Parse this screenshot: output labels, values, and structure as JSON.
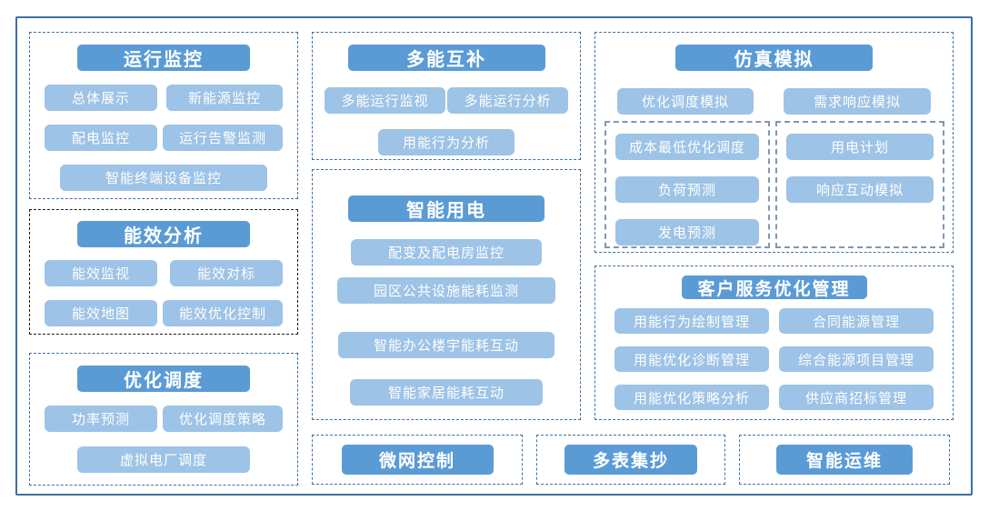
{
  "colors": {
    "header_blue": "#5B9BD5",
    "item_blue": "#9DC3E6",
    "dashed_blue": "#41719C",
    "dashed_black": "#1A1A1A",
    "dashed_gray": "#8496B0",
    "outer_border": "#3E6F9F",
    "text_white": "#FFFFFF"
  },
  "groups": [
    {
      "title": "运行监控",
      "items": [
        "总体展示",
        "新能源监控",
        "配电监控",
        "运行告警监测",
        "智能终端设备监控"
      ]
    },
    {
      "title": "能效分析",
      "items": [
        "能效监视",
        "能效对标",
        "能效地图",
        "能效优化控制"
      ]
    },
    {
      "title": "优化调度",
      "items": [
        "功率预测",
        "优化调度策略",
        "虚拟电厂调度"
      ]
    },
    {
      "title": "多能互补",
      "items": [
        "多能运行监视",
        "多能运行分析",
        "用能行为分析"
      ]
    },
    {
      "title": "智能用电",
      "items": [
        "配变及配电房监控",
        "园区公共设施能耗监测",
        "智能办公楼宇能耗互动",
        "智能家居能耗互动"
      ]
    },
    {
      "title": "仿真模拟",
      "items": [
        "优化调度模拟",
        "需求响应模拟"
      ],
      "subgroups": [
        {
          "items": [
            "成本最低优化调度",
            "负荷预测",
            "发电预测"
          ]
        },
        {
          "items": [
            "用电计划",
            "响应互动模拟"
          ]
        }
      ]
    },
    {
      "title": "客户服务优化管理",
      "items": [
        "用能行为绘制管理",
        "合同能源管理",
        "用能优化诊断管理",
        "综合能源项目管理",
        "用能优化策略分析",
        "供应商招标管理"
      ]
    },
    {
      "title": "微网控制"
    },
    {
      "title": "多表集抄"
    },
    {
      "title": "智能运维"
    }
  ]
}
